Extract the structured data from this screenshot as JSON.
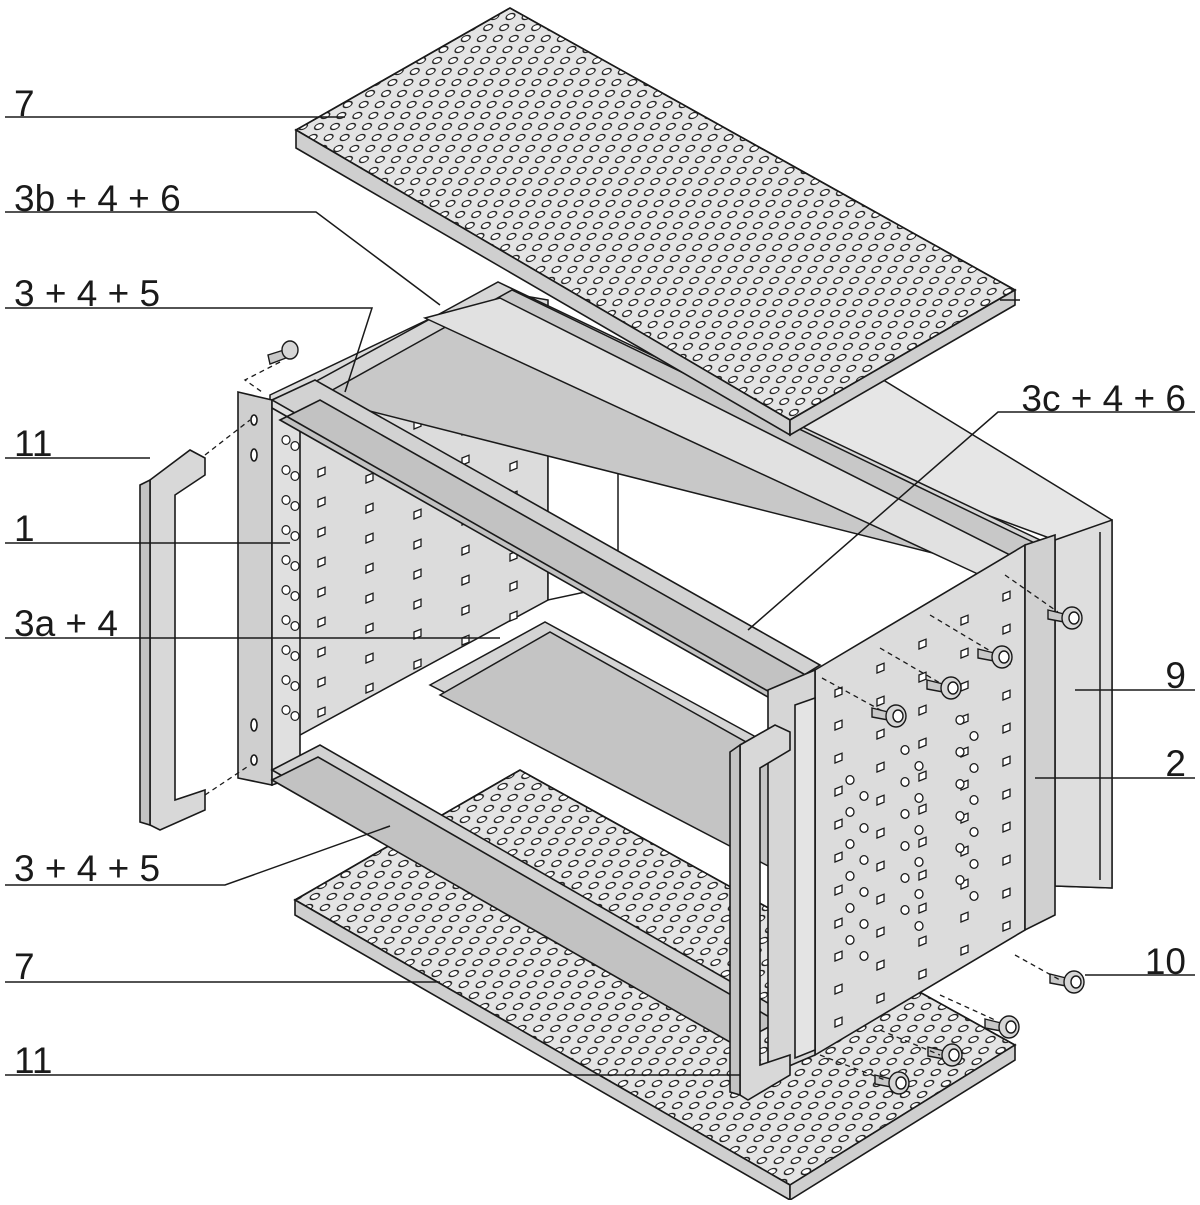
{
  "labels": {
    "top_cover": "7",
    "bottom_cover": "7",
    "rail_top_rear": "3b + 4 + 6",
    "rail_top_front": "3 + 4 + 5",
    "rail_bottom_front": "3 + 4 + 5",
    "rail_mid": "3a + 4",
    "rail_right": "3c + 4 + 6",
    "handle_left": "11",
    "handle_bottom": "11",
    "side_panel": "1",
    "side_panel_right": "2",
    "rear_panel": "9",
    "screws": "10"
  },
  "colors": {
    "line": "#1a1a1a",
    "panel": "#dcdcdc",
    "panel_dark": "#bdbdbd",
    "panel_light": "#ececec",
    "hole": "#ffffff"
  }
}
